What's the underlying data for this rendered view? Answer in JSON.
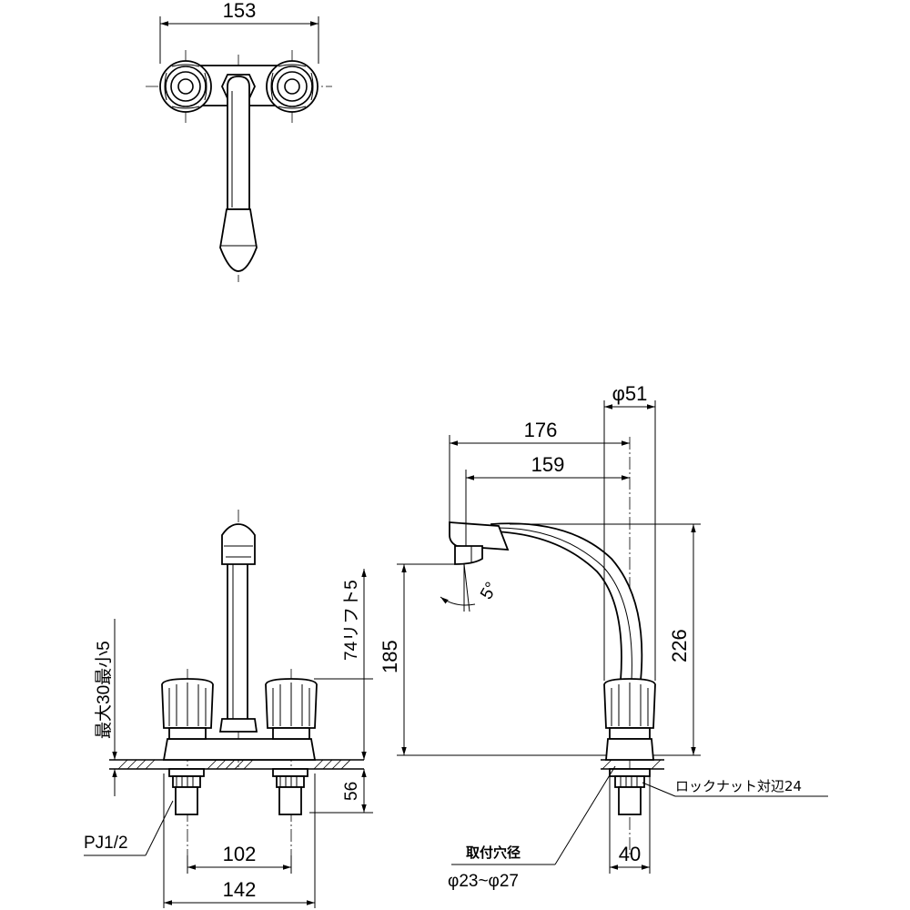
{
  "top_view": {
    "width_dim": "153"
  },
  "front_view": {
    "lift_dim": "74リフト5",
    "max_dim": "最大30最小5",
    "below_deck_dim": "56",
    "thread_label": "PJ1/2",
    "center_dim": "102",
    "base_width_dim": "142"
  },
  "side_view": {
    "diameter_dim": "φ51",
    "reach_dim": "176",
    "reach_inner_dim": "159",
    "angle_dim": "5°",
    "spout_height_dim": "185",
    "total_height_dim": "226",
    "locknut_label": "ロックナット対辺24",
    "hole_title": "取付穴径",
    "hole_range": "φ23~φ27",
    "shank_dim": "40"
  }
}
